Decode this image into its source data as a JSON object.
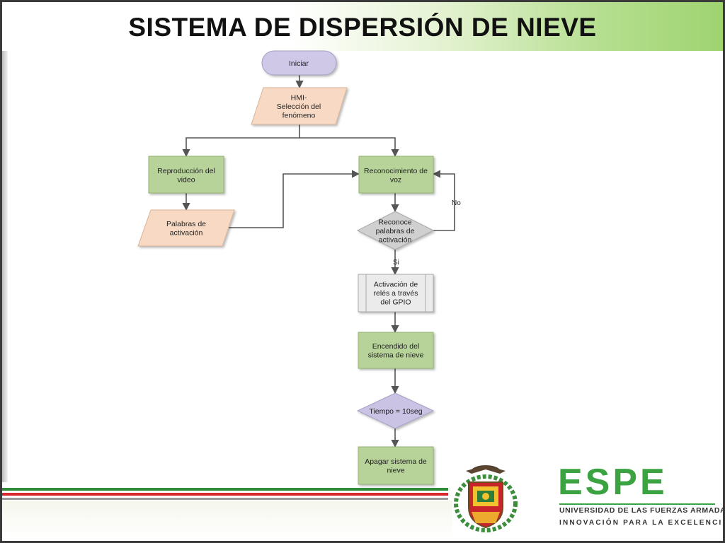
{
  "slide": {
    "title": "SISTEMA DE DISPERSIÓN DE NIEVE"
  },
  "flowchart": {
    "nodes": {
      "iniciar": [
        "Iniciar"
      ],
      "hmi": [
        "HMI-",
        "Selección del",
        "fenómeno"
      ],
      "reproduccion": [
        "Reproducción del",
        "video"
      ],
      "palabras": [
        "Palabras de",
        "activación"
      ],
      "reconocimiento": [
        "Reconocimiento de",
        "voz"
      ],
      "reconoce": [
        "Reconoce",
        "palabras de",
        "activación"
      ],
      "activacion": [
        "Activación de",
        "relés a través",
        "del GPIO"
      ],
      "encendido": [
        "Encendido del",
        "sistema de nieve"
      ],
      "tiempo": [
        "Tiempo = 10seg"
      ],
      "apagar": [
        "Apagar sistema de",
        "nieve"
      ]
    },
    "edge_labels": {
      "no": "No",
      "si": "Si"
    }
  },
  "logos": {
    "espe_wordmark": "ESPE",
    "espe_line1": "UNIVERSIDAD DE LAS FUERZAS ARMADAS",
    "espe_line2": "INNOVACIÓN PARA LA EXCELENCIA",
    "crest_icon": "university-crest-icon"
  },
  "colors": {
    "terminator": "#cfc8e6",
    "io": "#f8d9c3",
    "process": "#b8d39a",
    "decision_diamond": "#d0d0d0",
    "decision_purple": "#cbc3e4",
    "predefined": "#ebebeb",
    "connector": "#555555",
    "brand_green": "#3ca343"
  }
}
